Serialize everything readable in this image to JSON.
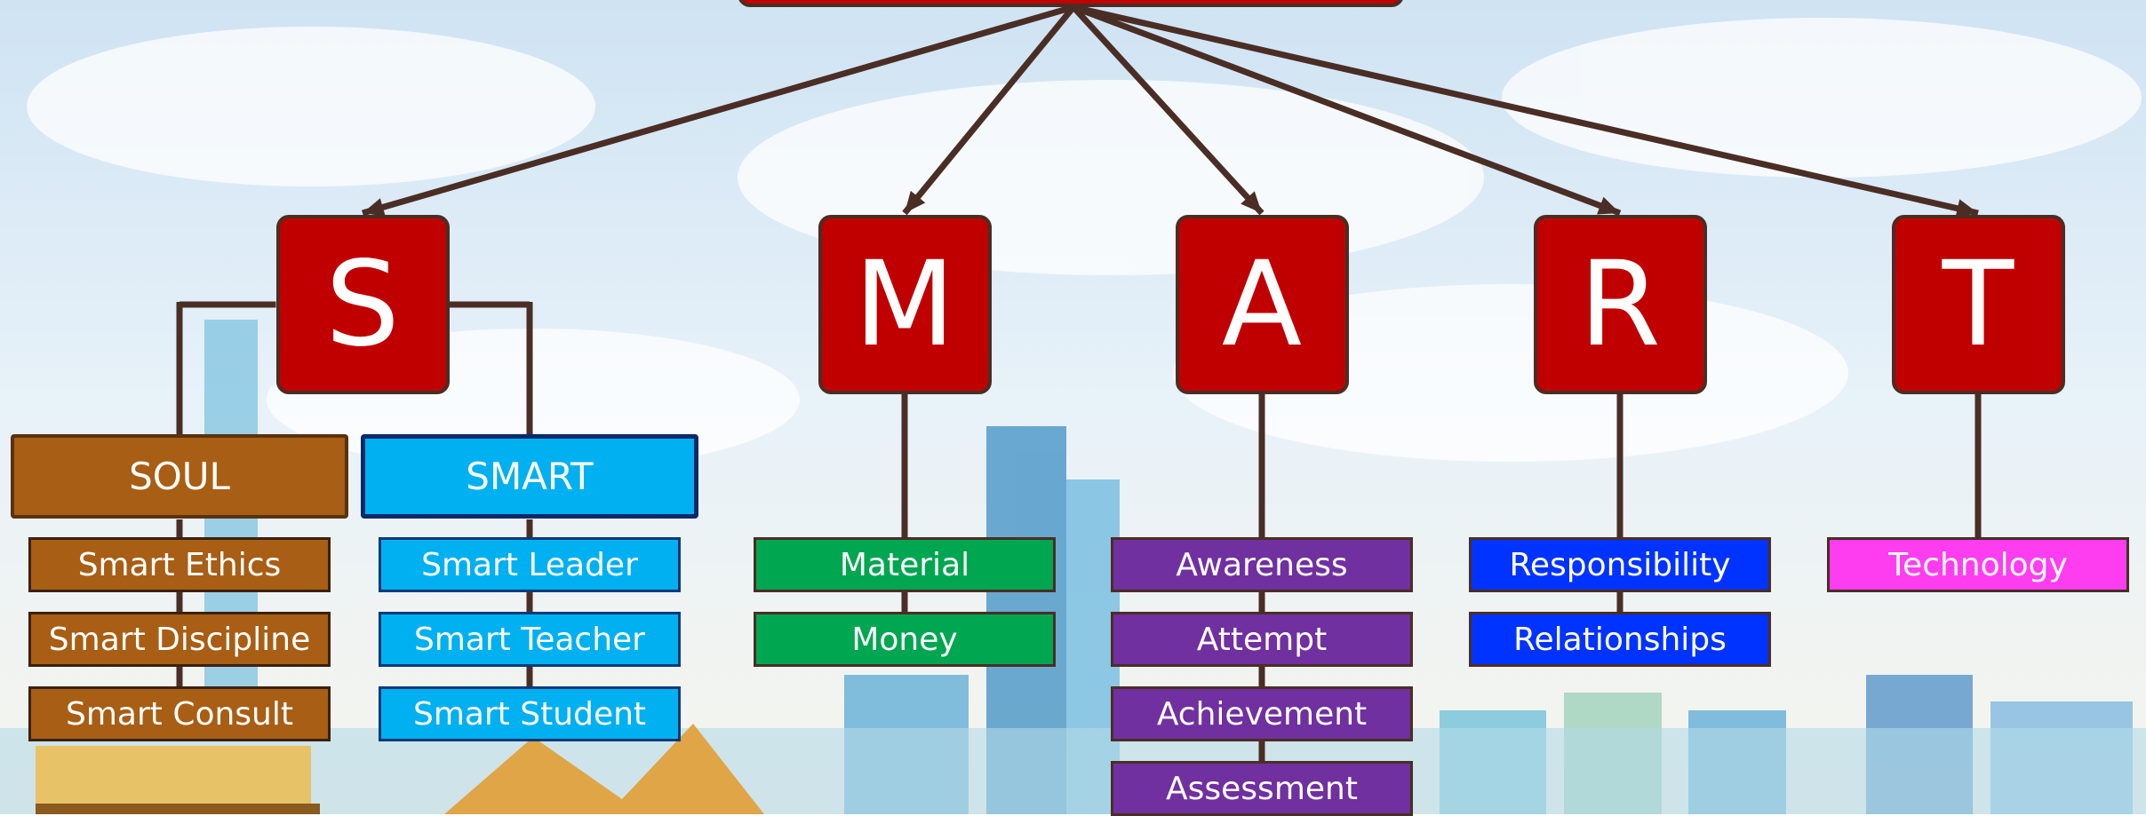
{
  "colors": {
    "connector": "#4a2e25",
    "letter_fill": "#c00000",
    "soul": "#a85e14",
    "smart": "#00b0f0",
    "m": "#00a650",
    "a": "#7030a0",
    "r": "#0033ff",
    "t": "#ff3df0"
  },
  "branches": [
    {
      "letter": "S",
      "subgroups": [
        {
          "label": "SOUL",
          "items": [
            "Smart Ethics",
            "Smart Discipline",
            "Smart Consult"
          ]
        },
        {
          "label": "SMART",
          "items": [
            "Smart Leader",
            "Smart Teacher",
            "Smart Student"
          ]
        }
      ]
    },
    {
      "letter": "M",
      "items": [
        "Material",
        "Money"
      ]
    },
    {
      "letter": "A",
      "items": [
        "Awareness",
        "Attempt",
        "Achievement",
        "Assessment"
      ]
    },
    {
      "letter": "R",
      "items": [
        "Responsibility",
        "Relationships"
      ]
    },
    {
      "letter": "T",
      "items": [
        "Technology"
      ]
    }
  ]
}
